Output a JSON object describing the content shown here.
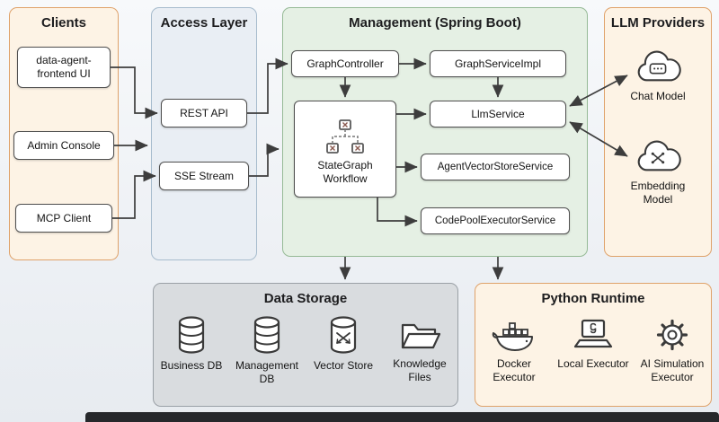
{
  "clients": {
    "title": "Clients",
    "items": [
      {
        "label": "data-agent-frontend UI"
      },
      {
        "label": "Admin Console"
      },
      {
        "label": "MCP Client"
      }
    ]
  },
  "access_layer": {
    "title": "Access Layer",
    "items": [
      {
        "label": "REST API"
      },
      {
        "label": "SSE Stream"
      }
    ]
  },
  "management": {
    "title": "Management (Spring Boot)",
    "nodes": {
      "graph_controller": "GraphController",
      "graph_service_impl": "GraphServiceImpl",
      "state_graph_workflow": "StateGraph Workflow",
      "llm_service": "LlmService",
      "agent_vector_store_service": "AgentVectorStoreService",
      "code_pool_executor_service": "CodePoolExecutorService"
    }
  },
  "llm_providers": {
    "title": "LLM Providers",
    "items": [
      {
        "label": "Chat Model",
        "icon": "chat-cloud-icon"
      },
      {
        "label": "Embedding Model",
        "icon": "embedding-cloud-icon"
      }
    ]
  },
  "data_storage": {
    "title": "Data Storage",
    "items": [
      {
        "label": "Business DB",
        "icon": "database-icon"
      },
      {
        "label": "Management DB",
        "icon": "database-icon"
      },
      {
        "label": "Vector Store",
        "icon": "vector-store-icon"
      },
      {
        "label": "Knowledge Files",
        "icon": "folder-icon"
      }
    ]
  },
  "python_runtime": {
    "title": "Python Runtime",
    "items": [
      {
        "label": "Docker Executor",
        "icon": "docker-whale-icon"
      },
      {
        "label": "Local Executor",
        "icon": "laptop-python-icon"
      },
      {
        "label": "AI Simulation Executor",
        "icon": "gear-icon"
      }
    ]
  },
  "colors": {
    "orange_border": "#dfa26a",
    "orange_fill": "#fdf3e5",
    "blue_border": "#a7bccd",
    "blue_fill": "#e9eef4",
    "green_border": "#96ba96",
    "green_fill": "#e5f0e4",
    "gray_border": "#9aa0a6",
    "gray_fill": "#d9dcdf",
    "node_border": "#4f4f4f",
    "arrow": "#3d3d3d"
  }
}
